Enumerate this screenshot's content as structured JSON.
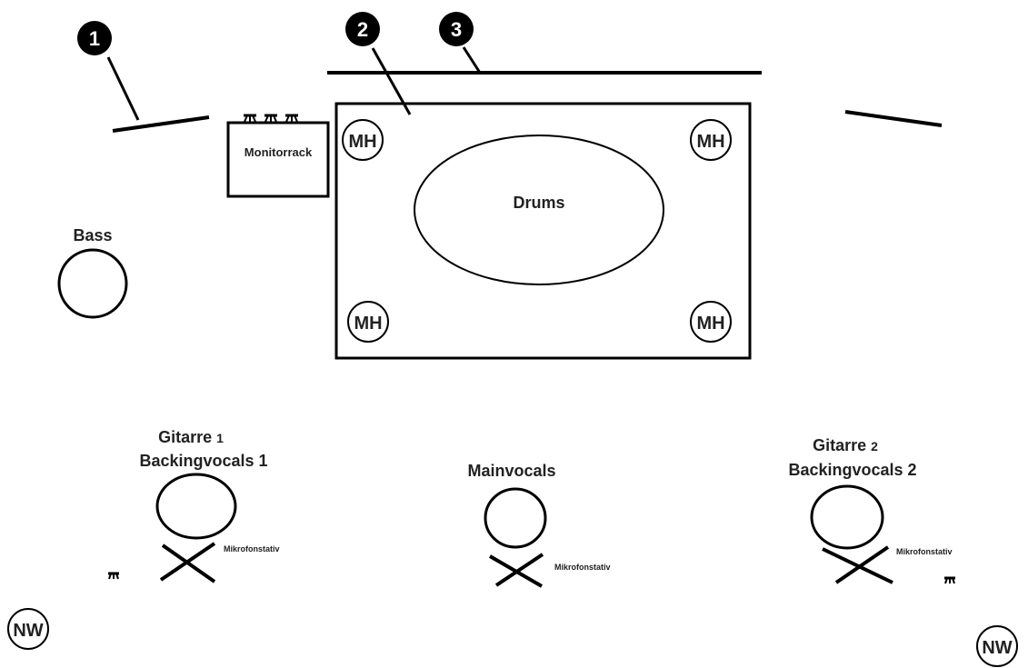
{
  "callouts": [
    "1",
    "2",
    "3"
  ],
  "labels": {
    "monitorrack": "Monitorrack",
    "drums": "Drums",
    "bass": "Bass",
    "mh": "MH",
    "nw": "NW",
    "gitarre1_word": "Gitarre",
    "gitarre1_num": "1",
    "backing1": "Backingvocals 1",
    "mainvocals": "Mainvocals",
    "gitarre2_word": "Gitarre",
    "gitarre2_num": "2",
    "backing2": "Backingvocals 2",
    "mikrofonstativ": "Mikrofonstativ"
  },
  "icons": {
    "callout": "numbered-black-circle",
    "small_stand": "stand-icon",
    "mic_stand": "x-cross-mic-stand"
  },
  "colors": {
    "ink": "#000000",
    "background": "#ffffff",
    "text": "#222222"
  }
}
